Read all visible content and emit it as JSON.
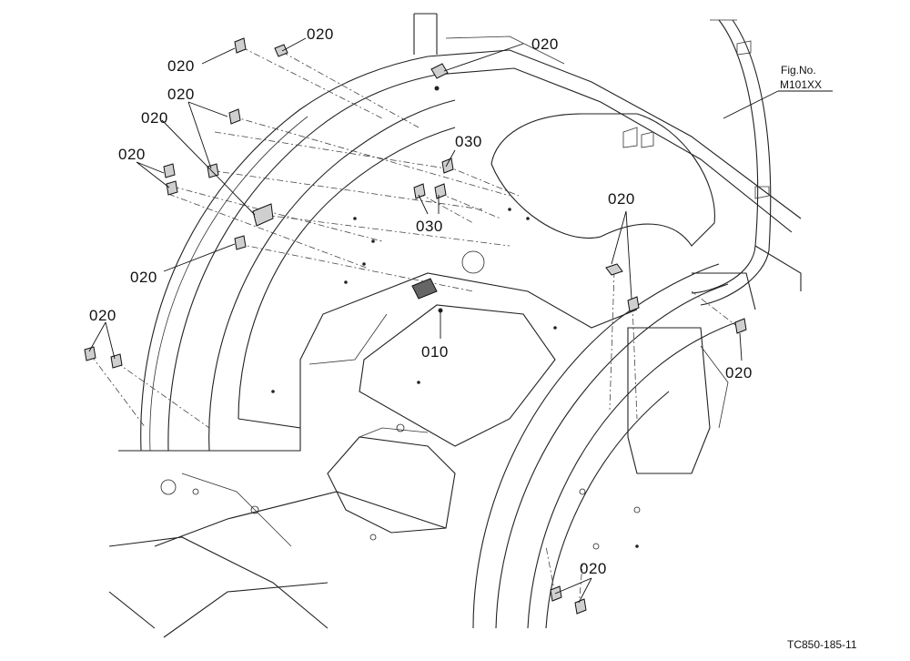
{
  "figure": {
    "fig_label": "Fig.No.",
    "fig_number": "M101XX",
    "drawing_code": "TC850-185-11"
  },
  "callouts": [
    {
      "id": "c1",
      "text": "020"
    },
    {
      "id": "c2",
      "text": "020"
    },
    {
      "id": "c3",
      "text": "020"
    },
    {
      "id": "c4",
      "text": "020"
    },
    {
      "id": "c5",
      "text": "020"
    },
    {
      "id": "c6",
      "text": "020"
    },
    {
      "id": "c7",
      "text": "020"
    },
    {
      "id": "c8",
      "text": "020"
    },
    {
      "id": "c9",
      "text": "020"
    },
    {
      "id": "c10",
      "text": "020"
    },
    {
      "id": "c11",
      "text": "020"
    },
    {
      "id": "c12",
      "text": "030"
    },
    {
      "id": "c13",
      "text": "030"
    },
    {
      "id": "c14",
      "text": "010"
    }
  ]
}
